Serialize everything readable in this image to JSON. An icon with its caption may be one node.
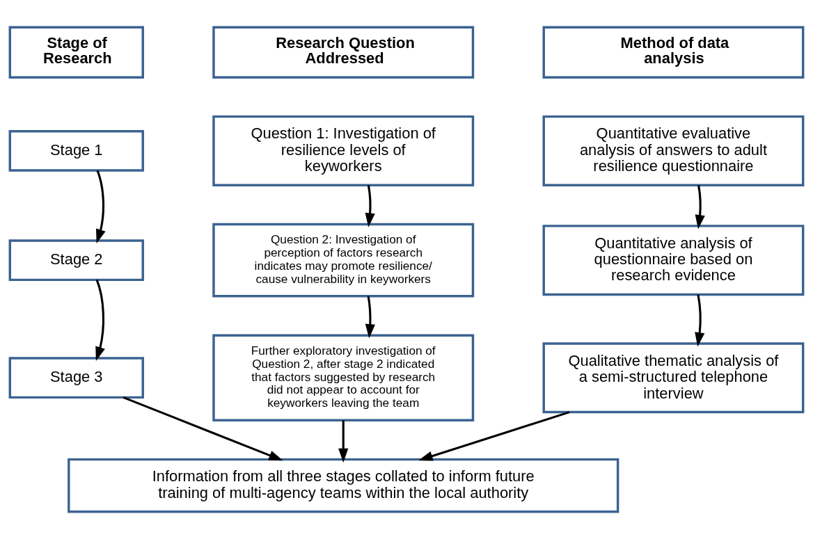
{
  "diagram": {
    "nodes": [
      {
        "text": [
          "Stage of Research"
        ]
      },
      {
        "text": [
          "Research Question Addressed"
        ]
      },
      {
        "text": [
          "Method of data analysis"
        ]
      },
      {
        "text": [
          "Stage 1"
        ]
      },
      {
        "text": [
          "Question 1: Investigation of resilience levels of keyworkers"
        ]
      },
      {
        "text": [
          "Quantitative evaluative analysis of answers to adult resilience questionnaire"
        ]
      },
      {
        "text": [
          "Stage 2"
        ]
      },
      {
        "text": [
          "Question 2: Investigation of perception of factors research indicates may promote resilience/ cause vulnerability in keyworkers"
        ]
      },
      {
        "text": [
          "Quantitative analysis of questionnaire based on research evidence"
        ]
      },
      {
        "text": [
          "Stage 3"
        ]
      },
      {
        "text": [
          "Further exploratory investigation of Question 2, after stage 2 indicated that factors suggested by research did not appear to account for keyworkers leaving the team"
        ]
      },
      {
        "text": [
          "Qualitative thematic analysis of a semi-structured telephone interview"
        ]
      },
      {
        "text": [
          "Information from all three stages collated to inform future training of multi-agency teams within the local authority"
        ]
      }
    ],
    "edges": [
      {
        "from": 3,
        "to": 6,
        "arrow": "to"
      },
      {
        "from": 6,
        "to": 9,
        "arrow": "to"
      },
      {
        "from": 4,
        "to": 7,
        "arrow": "to"
      },
      {
        "from": 7,
        "to": 10,
        "arrow": "to"
      },
      {
        "from": 5,
        "to": 8,
        "arrow": "to"
      },
      {
        "from": 8,
        "to": 11,
        "arrow": "to"
      },
      {
        "from": 9,
        "to": 12,
        "arrow": "to"
      },
      {
        "from": 10,
        "to": 12,
        "arrow": "to"
      },
      {
        "from": 11,
        "to": 12,
        "arrow": "to"
      }
    ]
  }
}
